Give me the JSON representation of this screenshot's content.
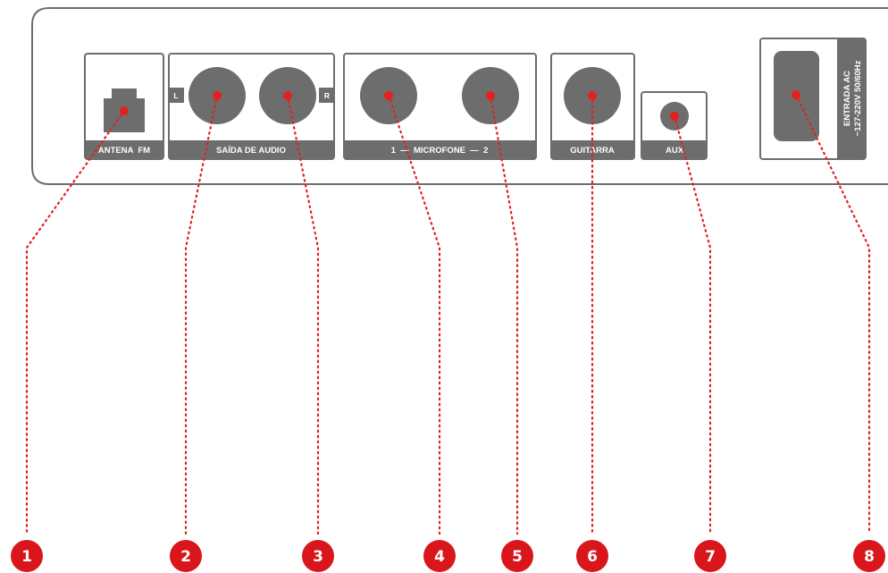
{
  "colors": {
    "panel_stroke": "#6d6d6d",
    "connector_fill": "#6d6d6d",
    "label_bar": "#6d6d6d",
    "accent_red": "#e3201f",
    "marker_badge": "#d9161b",
    "label_text": "#ffffff"
  },
  "ports": {
    "antena_fm": "ANTENA  FM",
    "saida_audio": "SAÍDA DE AUDIO",
    "saida_left_tag": "L",
    "saida_right_tag": "R",
    "microfone": "1  —  MICROFONE  —  2",
    "guitarra": "GUITARRA",
    "aux": "AUX",
    "entrada_ac_line1": "ENTRADA AC",
    "entrada_ac_line2": "~127-220V 50/60Hz"
  },
  "markers": [
    "1",
    "2",
    "3",
    "4",
    "5",
    "6",
    "7",
    "8"
  ]
}
